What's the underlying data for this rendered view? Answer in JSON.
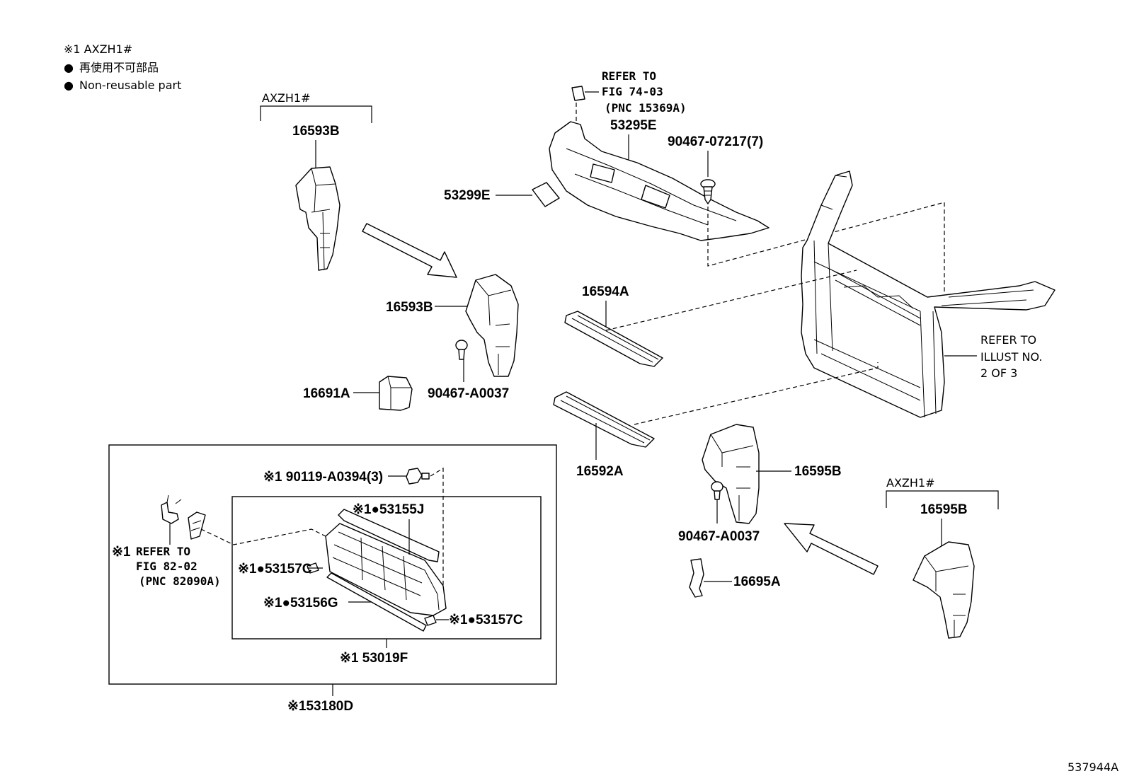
{
  "legend": {
    "variant_note": "※1 AXZH1#",
    "non_reusable_jp": "再使用不可部品",
    "non_reusable_en": "Non-reusable part",
    "bullet": "●"
  },
  "variant_brackets": {
    "left": "AXZH1#",
    "right": "AXZH1#"
  },
  "parts": {
    "p16593b_top": "16593B",
    "p16593b_mid": "16593B",
    "p53295e": "53295E",
    "p53299e": "53299E",
    "p90467_07217": "90467-07217(7)",
    "p16594a": "16594A",
    "p16691a": "16691A",
    "p90467_a0037_left": "90467-A0037",
    "p16592a": "16592A",
    "p16595b_mid": "16595B",
    "p90467_a0037_right": "90467-A0037",
    "p16695a": "16695A",
    "p16595b_right": "16595B",
    "p90119_a0394": "※1 90119-A0394(3)",
    "p53155j": "※1●53155J",
    "p53157c_left": "※1●53157C",
    "p53156g": "※1●53156G",
    "p53157c_right": "※1●53157C",
    "p53019f": "※1 53019F",
    "p53180d": "※153180D"
  },
  "references": {
    "fig74": [
      "REFER TO",
      "FIG 74-03",
      "(PNC 15369A)"
    ],
    "illust": [
      "REFER TO",
      "ILLUST NO.",
      "2 OF 3"
    ],
    "fig82_prefix": "※1",
    "fig82": [
      "REFER TO",
      "FIG 82-02",
      "(PNC 82090A)"
    ]
  },
  "diagram_id": "537944A"
}
